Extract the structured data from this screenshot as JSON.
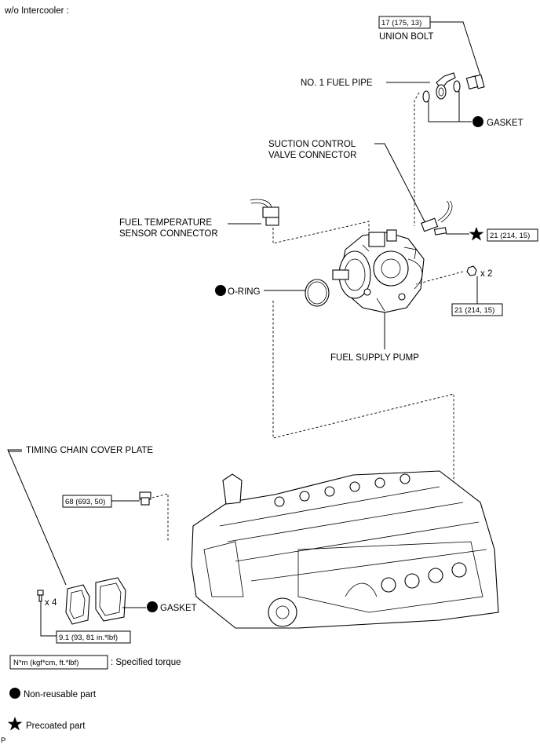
{
  "header": {
    "condition": "w/o Intercooler :"
  },
  "labels": {
    "union_bolt": "UNION BOLT",
    "fuel_pipe": "NO. 1 FUEL PIPE",
    "gasket_top": "GASKET",
    "suction_valve_line1": "SUCTION CONTROL",
    "suction_valve_line2": "VALVE CONNECTOR",
    "fuel_temp_line1": "FUEL TEMPERATURE",
    "fuel_temp_line2": "SENSOR CONNECTOR",
    "o_ring": "O-RING",
    "fuel_supply_pump": "FUEL SUPPLY PUMP",
    "timing_chain_cover_plate": "TIMING CHAIN COVER PLATE",
    "gasket_bottom": "GASKET"
  },
  "quantities": {
    "nut_count": "x 2",
    "bolt_count": "x 4"
  },
  "torques": {
    "union_bolt": "17 (175, 13)",
    "suction_bolt": "21 (214, 15)",
    "pump_nut": "21 (214, 15)",
    "plug": "68 (693, 50)",
    "plate_bolt": "9.1 (93, 81 in.*lbf)"
  },
  "legend": {
    "torque_box": "N*m (kgf*cm, ft.*lbf)",
    "torque_desc": ": Specified torque",
    "non_reusable": "Non-reusable part",
    "precoated": "Precoated part"
  },
  "footer": {
    "mark": "P"
  },
  "icons": {
    "non_reusable": "filled-circle-icon",
    "precoated": "star-icon"
  }
}
